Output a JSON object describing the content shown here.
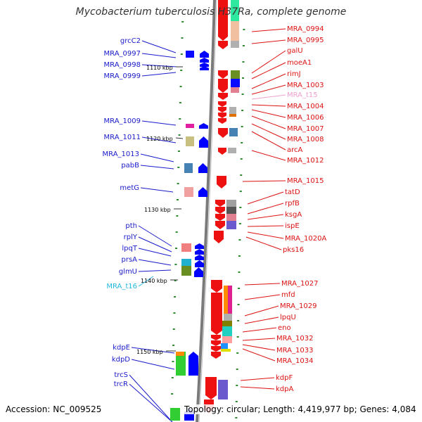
{
  "title": "Mycobacterium tuberculosis H37Ra, complete genome",
  "footer": {
    "accession": "Accession: NC_009525",
    "summary": "Topology: circular; Length: 4,419,977 bp; Genes: 4,084"
  },
  "colors": {
    "left_label": "#1a1acc",
    "right_label": "#dd1111",
    "trna_left": "#22b8e0",
    "trna_right": "#f0a0d0",
    "forward_arrow": "#0000ff",
    "reverse_arrow": "#ee1111",
    "tick": "#2e8b2e",
    "backbone": "#7a7a7a"
  },
  "ruler": [
    {
      "label": "1110 kbp"
    },
    {
      "label": "1120 kbp"
    },
    {
      "label": "1130 kbp"
    },
    {
      "label": "1140 kbp"
    },
    {
      "label": "1150 kbp"
    }
  ],
  "left_labels": [
    "grcC2",
    "MRA_0997",
    "MRA_0998",
    "MRA_0999",
    "MRA_1009",
    "MRA_1011",
    "MRA_1013",
    "pabB",
    "metG",
    "pth",
    "rplY",
    "lpqT",
    "prsA",
    "glmU",
    "MRA_t16",
    "kdpE",
    "kdpD",
    "trcS",
    "trcR"
  ],
  "right_labels": [
    "MRA_0994",
    "MRA_0995",
    "galU",
    "moeA1",
    "rimJ",
    "MRA_1003",
    "MRA_t15",
    "MRA_1004",
    "MRA_1006",
    "MRA_1007",
    "MRA_1008",
    "arcA",
    "MRA_1012",
    "MRA_1015",
    "tatD",
    "rpfB",
    "ksgA",
    "ispE",
    "MRA_1020A",
    "pks16",
    "MRA_1027",
    "mfd",
    "MRA_1029",
    "lpqU",
    "eno",
    "MRA_1032",
    "MRA_1033",
    "MRA_1034",
    "kdpF",
    "kdpA"
  ]
}
